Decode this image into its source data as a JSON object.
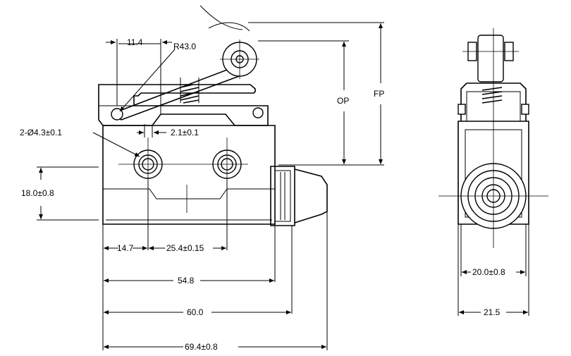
{
  "dimensions": {
    "dim_11_4": "11.4",
    "dim_r43": "R43.0",
    "dim_hole": "2-Ø4.3±0.1",
    "dim_2_1": "2.1±0.1",
    "dim_18": "18.0±0.8",
    "dim_14_7": "14.7",
    "dim_25_4": "25.4±0.15",
    "dim_54_8": "54.8",
    "dim_60": "60.0",
    "dim_69_4": "69.4±0.8",
    "dim_op": "OP",
    "dim_fp": "FP",
    "dim_20": "20.0±0.8",
    "dim_21_5": "21.5"
  }
}
